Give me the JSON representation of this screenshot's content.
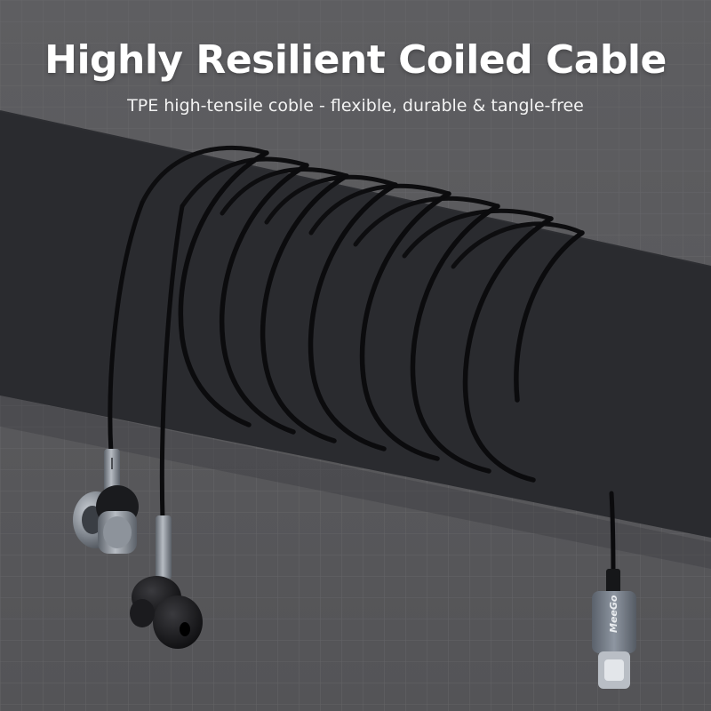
{
  "headline": "Highly Resilient Coiled Cable",
  "subheadline": "TPE high-tensile coble - flexible, durable & tangle-free",
  "brand_mark": "MeeGo",
  "colors": {
    "background": "#5b5b5e",
    "grid_line": "#6a6a6d",
    "tube": "#4a4b50",
    "tube_highlight": "#9a9ca3",
    "cable": "#0d0d0f",
    "metal": "#8e949c",
    "ear_tip": "#151517",
    "headline_text": "#ffffff"
  },
  "icons": [
    "earbud-left",
    "earbud-right",
    "usb-c-plug"
  ]
}
